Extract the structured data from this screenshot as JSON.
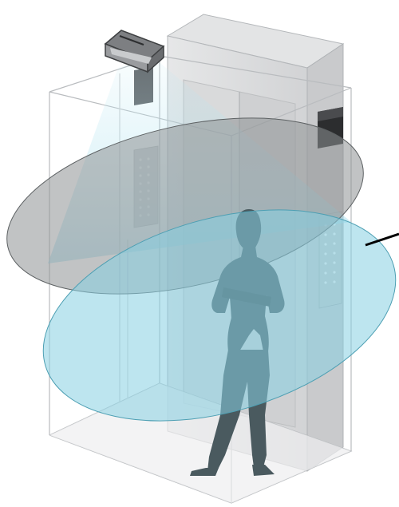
{
  "colors": {
    "background": "#ffffff",
    "cabin_outline": "#b9bcbf",
    "cabin_fill": "#e9eaeb",
    "door_wall": "#d6d7d8",
    "door_panel": "#c8c9cb",
    "sensor_body": "#6b6d70",
    "panel_screen": "#2a2b2d",
    "button_dots": "#f3f3f3",
    "upper_detection_zone": "#8e9294",
    "lower_detection_zone": "#86d0e2",
    "light_cone": "#b8e6f1",
    "person_silhouette": "#4a5a5f",
    "pointer_line": "#000000"
  },
  "elements": {
    "sensor": "ceiling-mounted-sensor",
    "upper_zone": "upper-detection-zone",
    "lower_zone": "lower-detection-zone",
    "person": "person-silhouette",
    "pointer": "pointer-line"
  }
}
